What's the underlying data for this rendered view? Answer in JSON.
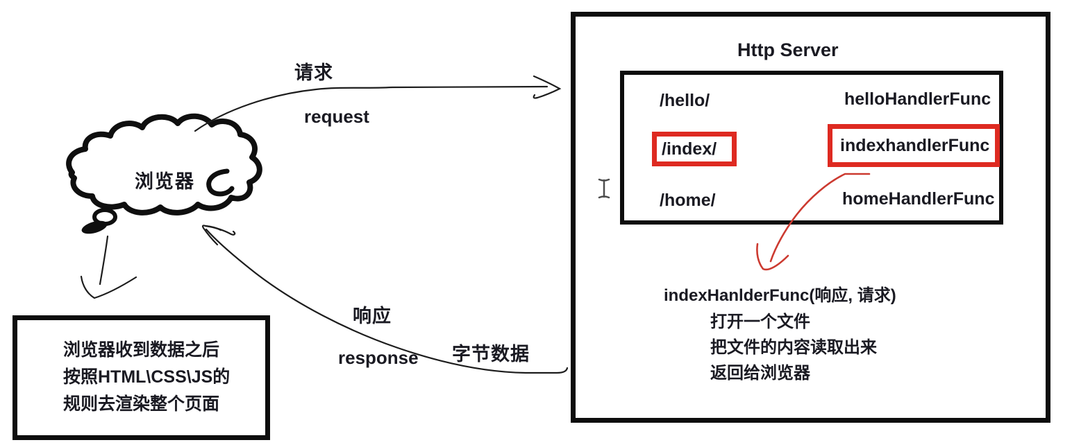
{
  "colors": {
    "ink": "#1a1a22",
    "box_black": "#0d0d0d",
    "highlight_red": "#de2a21",
    "red_arrow": "#cc3a30",
    "cursor_gray": "#4d4d4d"
  },
  "browser": {
    "label": "浏览器"
  },
  "request": {
    "label_zh": "请求",
    "label_en": "request"
  },
  "response": {
    "label_zh": "响应",
    "label_en": "response",
    "byte_label": "字节数据"
  },
  "server": {
    "title": "Http Server",
    "routes": [
      {
        "path": "/hello/",
        "handler": "helloHandlerFunc",
        "highlighted": false
      },
      {
        "path": "/index/",
        "handler": "indexhandlerFunc",
        "highlighted": true
      },
      {
        "path": "/home/",
        "handler": "homeHandlerFunc",
        "highlighted": false
      }
    ],
    "handler_call": "indexHanlderFunc(响应, 请求)",
    "steps": [
      "打开一个文件",
      "把文件的内容读取出来",
      "返回给浏览器"
    ]
  },
  "render_box": {
    "line1": "浏览器收到数据之后",
    "line2": "按照HTML\\CSS\\JS的",
    "line3": "规则去渲染整个页面"
  }
}
